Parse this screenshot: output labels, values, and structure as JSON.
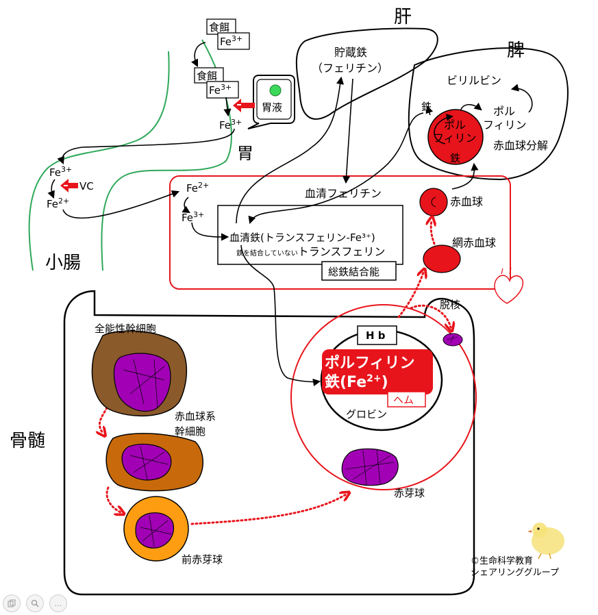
{
  "organs": {
    "liver": "肝",
    "spleen": "脾",
    "stomach": "胃",
    "small_intestine": "小腸",
    "bone_marrow": "骨髄"
  },
  "stomach_area": {
    "food1": "食餌",
    "food2": "食餌",
    "fe3_a": "Fe",
    "fe3_b": "Fe",
    "fe3_c": "Fe",
    "sup_3plus": "3+",
    "gastric_juice": "胃液"
  },
  "intestine_area": {
    "fe3": "Fe",
    "fe2": "Fe",
    "sup_3plus": "3+",
    "sup_2plus": "2+",
    "vc": "VC"
  },
  "liver_area": {
    "storage_iron": "貯蔵鉄",
    "ferritin": "（フェリチン）"
  },
  "spleen_area": {
    "bilirubin": "ビリルビン",
    "iron": "鉄",
    "porphyrin_cell_line1": "ポル",
    "porphyrin_cell_line2": "フィリン",
    "porphyrin_line1": "ポル",
    "porphyrin_line2": "フィリン",
    "iron_in_cell": "鉄",
    "rbc_breakdown": "赤血球分解"
  },
  "blood_area": {
    "fe2": "Fe",
    "fe3": "Fe",
    "sup_2plus": "2+",
    "sup_3plus": "3+",
    "serum_ferritin": "血清フェリチン",
    "serum_iron": "血清鉄(トランスフェリン-Fe³⁺)",
    "unbound_prefix": "鉄を結合していない",
    "unbound_suffix": "トランスフェリン",
    "tibc": "総鉄結合能",
    "rbc": "赤血球",
    "reticulocyte": "網赤血球"
  },
  "marrow_area": {
    "pluripotent_stem_cell": "全能性幹細胞",
    "erythroid_stem_line1": "赤血球系",
    "erythroid_stem_line2": "幹細胞",
    "proerythroblast": "前赤芽球",
    "erythroblast": "赤芽球",
    "enucleation": "脱核",
    "hb": "H b",
    "porphyrin": "ポルフィリン",
    "iron_fe2_prefix": "鉄(Fe",
    "iron_fe2_sup": "2+",
    "iron_fe2_suffix": ")",
    "heme": "ヘム",
    "globin": "グロビン"
  },
  "credit": {
    "line1": "©生命科学教育",
    "line2": "シェアリンググループ"
  },
  "colors": {
    "red": "#e8141b",
    "green_tract": "#2ea85a",
    "purple": "#a100b5",
    "brown": "#8b5a2b",
    "orange_brown": "#c86a0c",
    "orange": "#ff9d12"
  },
  "toolbar": {
    "btn1_icon": "copy-icon",
    "btn2_icon": "zoom-icon",
    "btn3_icon": "more-icon",
    "btn3_label": "…"
  }
}
